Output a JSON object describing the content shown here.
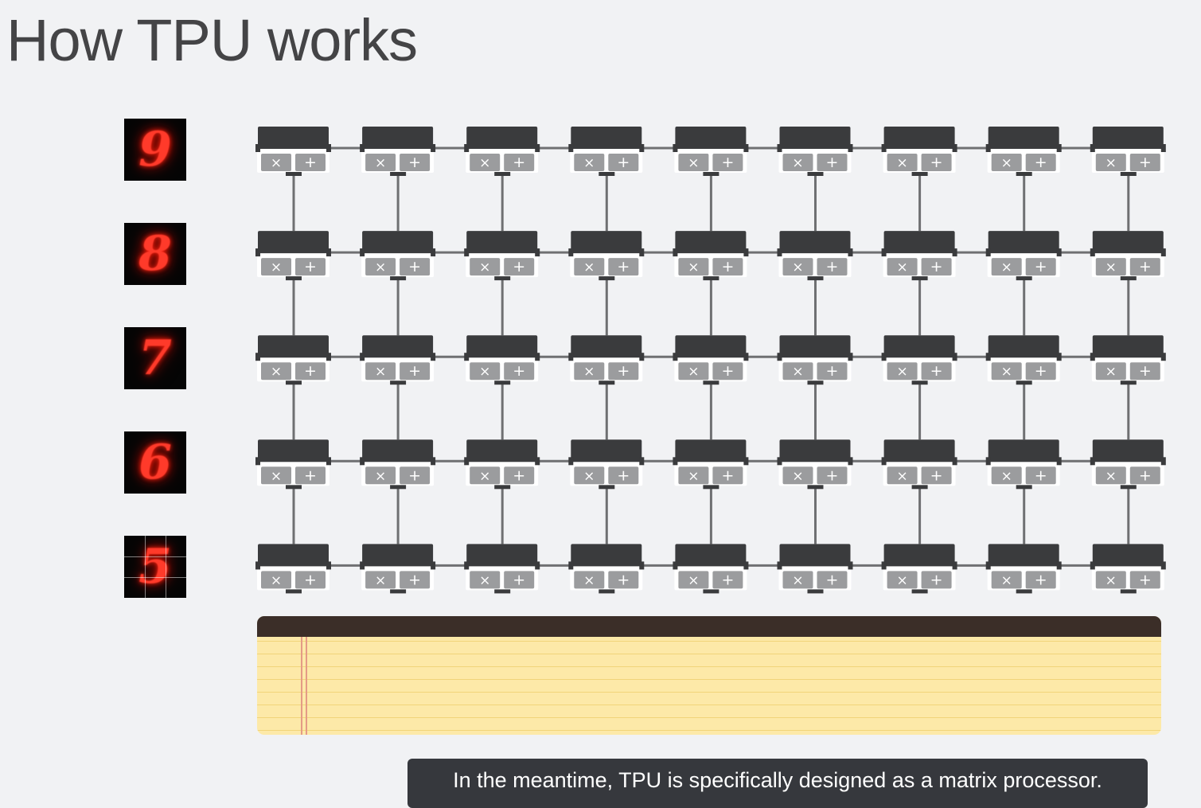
{
  "slide": {
    "title": "How TPU works",
    "caption": "In the meantime, TPU is specifically designed as a matrix processor."
  },
  "digits": [
    "9",
    "8",
    "7",
    "6",
    "5"
  ],
  "grid": {
    "rows": 5,
    "cols": 9,
    "ops": [
      "×",
      "+"
    ]
  },
  "colors": {
    "background": "#f1f2f4",
    "cell_top": "#3a3b3d",
    "cell_button": "#9b9c9e",
    "wire": "#6f7072",
    "digit_glow": "#ff3a2a",
    "notepad_paper": "#fde9a8",
    "notepad_binding": "#3b2e28"
  }
}
